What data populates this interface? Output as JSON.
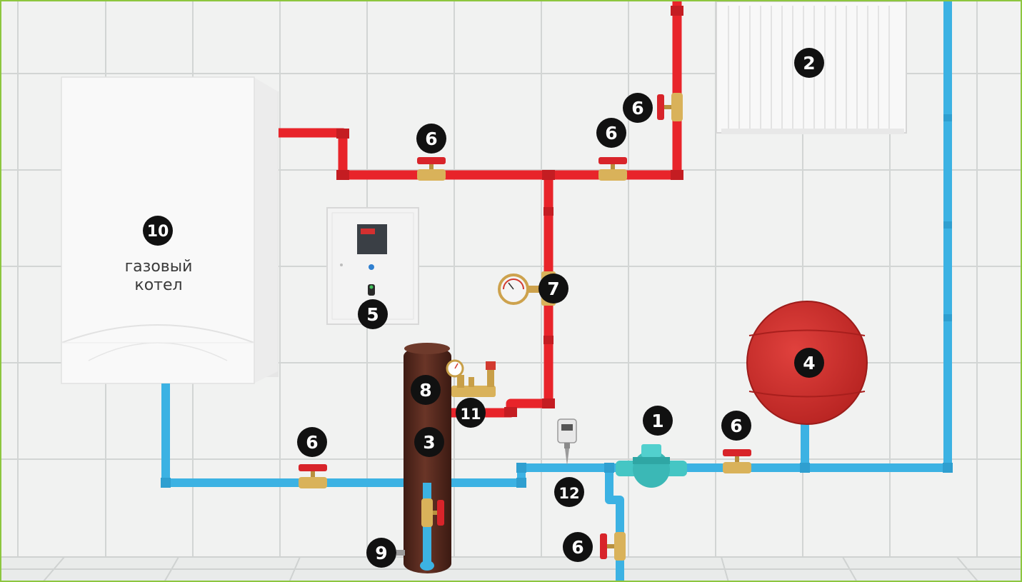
{
  "boiler": {
    "number": "10",
    "label_line1": "газовый",
    "label_line2": "котел"
  },
  "markers": [
    {
      "id": "pump",
      "number": "1"
    },
    {
      "id": "radiator",
      "number": "2"
    },
    {
      "id": "tank",
      "number": "3"
    },
    {
      "id": "expansion-vessel",
      "number": "4"
    },
    {
      "id": "control-cabinet",
      "number": "5"
    },
    {
      "id": "valve-supply-left",
      "number": "6"
    },
    {
      "id": "valve-supply-right",
      "number": "6"
    },
    {
      "id": "valve-radiator",
      "number": "6"
    },
    {
      "id": "valve-return-left",
      "number": "6"
    },
    {
      "id": "valve-return-right",
      "number": "6"
    },
    {
      "id": "valve-drain",
      "number": "6"
    },
    {
      "id": "thermomanometer",
      "number": "7"
    },
    {
      "id": "tank-heater",
      "number": "8"
    },
    {
      "id": "tank-drain",
      "number": "9"
    },
    {
      "id": "safety-group",
      "number": "11"
    },
    {
      "id": "thermostat",
      "number": "12"
    }
  ],
  "colors": {
    "supply_pipe": "#e8242a",
    "return_pipe": "#3cb2e3",
    "tank": "#5b2e22",
    "expansion_vessel": "#cf2c29",
    "pump": "#45c6c4",
    "brass": "#d9b25a",
    "marker": "#111111",
    "frame_border": "#8dc63f",
    "tile_grout": "#d4d7d6"
  },
  "icons": [
    "gauge-icon",
    "ball-valve-icon",
    "thermostat-icon"
  ]
}
